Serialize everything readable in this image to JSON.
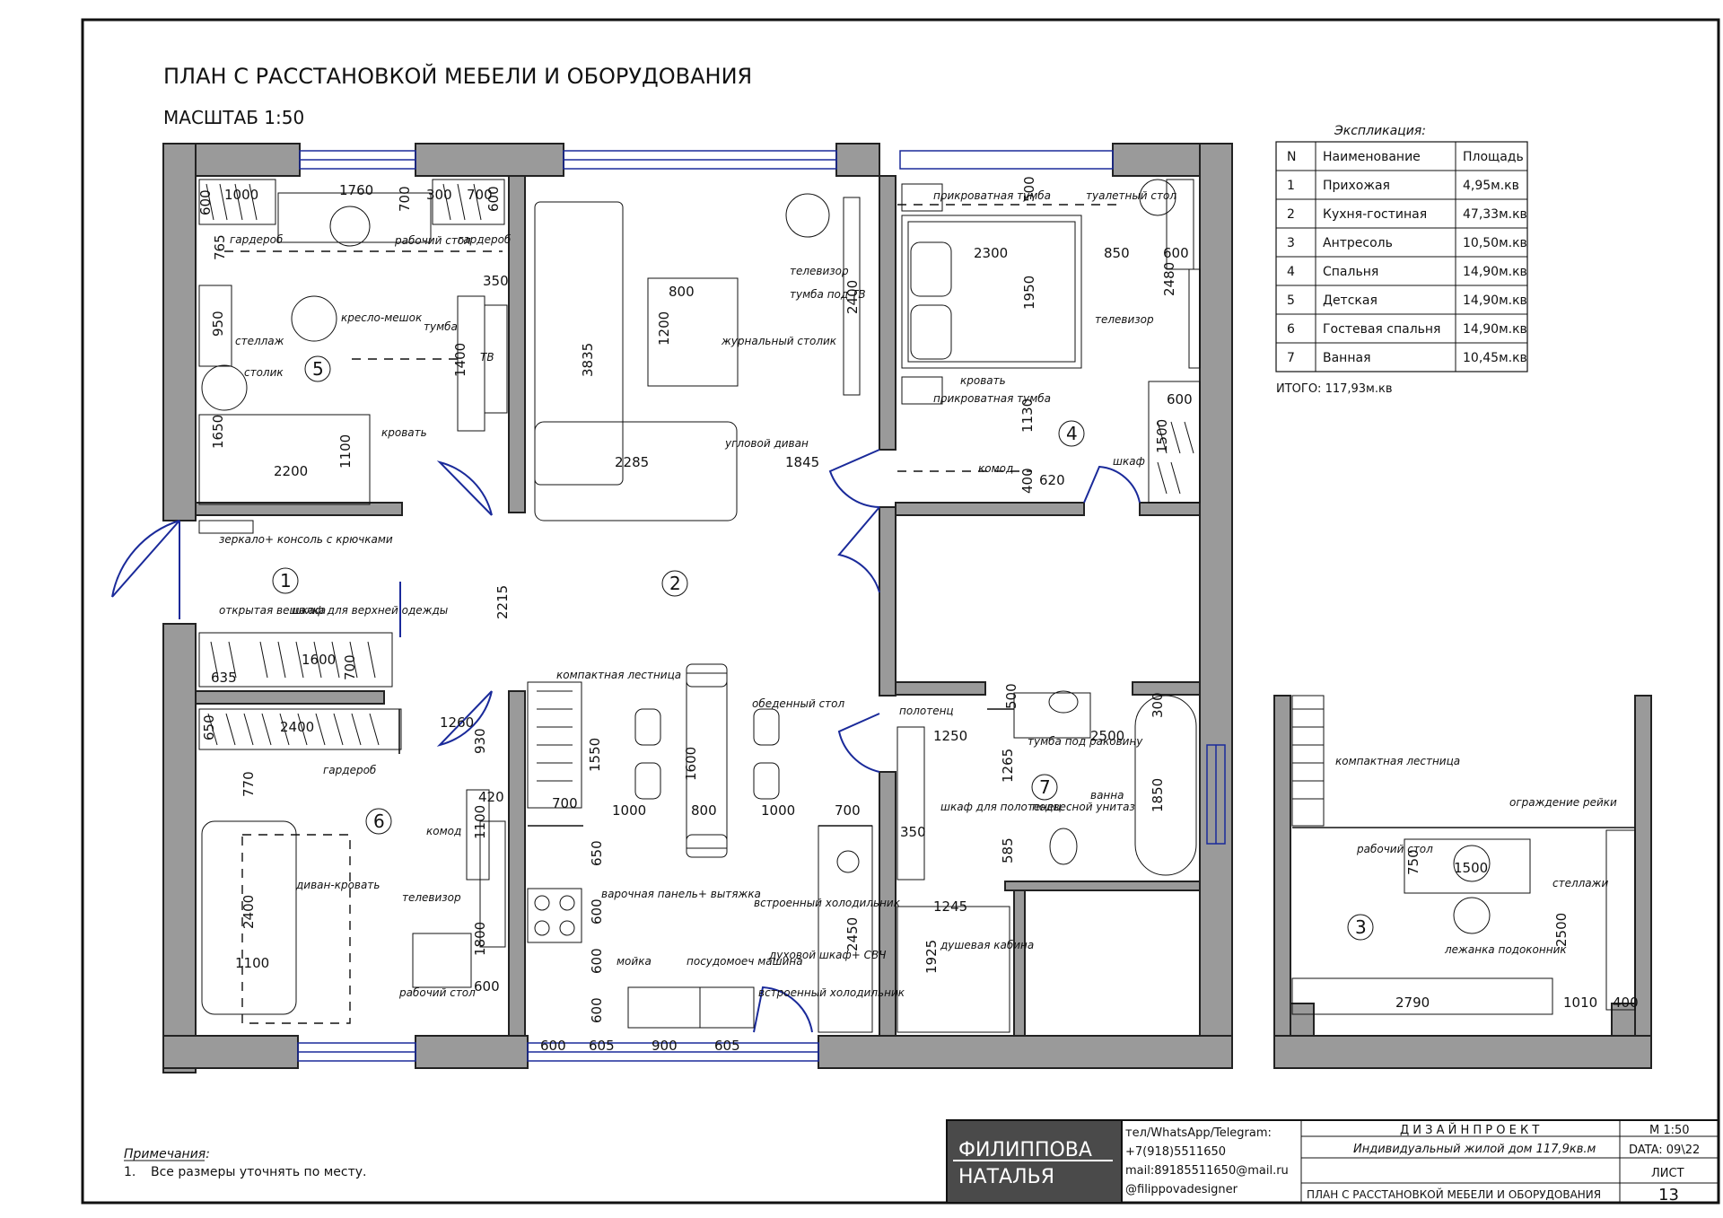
{
  "title": "ПЛАН С РАССТАНОВКОЙ МЕБЕЛИ И ОБОРУДОВАНИЯ",
  "scale": "МАСШТАБ 1:50",
  "explication": {
    "heading": "Экспликация:",
    "headers": [
      "N",
      "Наименование",
      "Площадь"
    ],
    "rows": [
      [
        "1",
        "Прихожая",
        "4,95м.кв"
      ],
      [
        "2",
        "Кухня-гостиная",
        "47,33м.кв"
      ],
      [
        "3",
        "Антресоль",
        "10,50м.кв"
      ],
      [
        "4",
        "Спальня",
        "14,90м.кв"
      ],
      [
        "5",
        "Детская",
        "14,90м.кв"
      ],
      [
        "6",
        "Гостевая спальня",
        "14,90м.кв"
      ],
      [
        "7",
        "Ванная",
        "10,45м.кв"
      ]
    ],
    "total": "ИТОГО:  117,93м.кв"
  },
  "rooms": {
    "r1": "1",
    "r2": "2",
    "r3": "3",
    "r4": "4",
    "r5": "5",
    "r6": "6",
    "r7": "7"
  },
  "labels": {
    "r5": {
      "garderob_left": "гардероб",
      "desk": "рабочий стол",
      "garderob_right": "гардероб",
      "chair": "кресло-мешок",
      "tumba": "тумба",
      "tv": "ТВ",
      "shelf": "стеллаж",
      "table": "столик",
      "bed": "кровать"
    },
    "r2": {
      "tv": "телевизор",
      "tv_stand": "тумба под ТВ",
      "coffee_table": "журнальный столик",
      "corner_sofa": "угловой диван",
      "stair": "компактная лестница",
      "dining": "обеденный стол",
      "hob": "варочная панель+ вытяжка",
      "fridge": "встроенный холодильник",
      "sink": "мойка",
      "dishwasher": "посудомоеч машина",
      "oven": "духовой шкаф+ СВЧ",
      "fridge2": "встроенный холодильник"
    },
    "r4": {
      "nightstand_top": "прикроватная тумба",
      "vanity": "туалетный стол",
      "tv": "телевизор",
      "bed": "кровать",
      "nightstand_bottom": "прикроватная тумба",
      "dresser": "комод",
      "wardrobe": "шкаф"
    },
    "r1": {
      "mirror": "зеркало+ консоль с крючками",
      "hanger": "открытая вешалка",
      "wardrobe": "шкаф для верхней одежды"
    },
    "r6": {
      "garderob": "гардероб",
      "dresser": "комод",
      "sofa": "диван-кровать",
      "tv": "телевизор",
      "desk": "рабочий стол"
    },
    "r7": {
      "towels": "полотенц",
      "sink_stand": "тумба под раковину",
      "bath": "ванна",
      "toilet": "подвесной унитаз",
      "towel_cab": "шкаф для полотенец",
      "shower": "душевая кабина"
    },
    "r3": {
      "stair": "компактная лестница",
      "rail": "ограждение рейки",
      "desk": "рабочий стол",
      "shelves": "стеллажи",
      "bench": "лежанка подоконник"
    }
  },
  "dims": {
    "r5": [
      "1000",
      "600",
      "1760",
      "700",
      "300",
      "700",
      "600",
      "765",
      "350",
      "950",
      "1400",
      "1650",
      "1100",
      "2200"
    ],
    "r2": [
      "800",
      "1200",
      "3835",
      "2285",
      "1845",
      "2400",
      "2215",
      "1550",
      "700",
      "1000",
      "800",
      "1000",
      "700",
      "1600",
      "650",
      "600",
      "600",
      "600",
      "600",
      "605",
      "900",
      "605",
      "2450"
    ],
    "r4": [
      "500",
      "2300",
      "850",
      "600",
      "1950",
      "2480",
      "600",
      "1130",
      "1500",
      "400",
      "620"
    ],
    "r1": [
      "635",
      "1600",
      "700"
    ],
    "r6": [
      "650",
      "2400",
      "1260",
      "930",
      "770",
      "420",
      "1100",
      "2400",
      "1800",
      "1100",
      "600"
    ],
    "r7": [
      "500",
      "300",
      "1250",
      "2500",
      "1265",
      "1850",
      "350",
      "585",
      "1245",
      "1925"
    ],
    "r3": [
      "750",
      "1500",
      "2500",
      "2790",
      "1010",
      "400"
    ]
  },
  "notes": {
    "heading": "Примечания:",
    "item_num": "1.",
    "item": "Все размеры уточнять по месту."
  },
  "titleblock": {
    "author_line1": "ФИЛИППОВА",
    "author_line2": "НАТАЛЬЯ",
    "contacts": [
      "тел/WhatsApp/Telegram:",
      "+7(918)5511650",
      "mail:89185511650@mail.ru",
      "@filippovadesigner"
    ],
    "project": "Д И З А Й Н   П Р О Е К Т",
    "object": "Индивидуальный жилой дом 117,9кв.м",
    "sheet_title": "ПЛАН С РАССТАНОВКОЙ МЕБЕЛИ И ОБОРУДОВАНИЯ",
    "scale": "М 1:50",
    "date": "DATA: 09\\22",
    "list_label": "ЛИСТ",
    "list_num": "13"
  }
}
